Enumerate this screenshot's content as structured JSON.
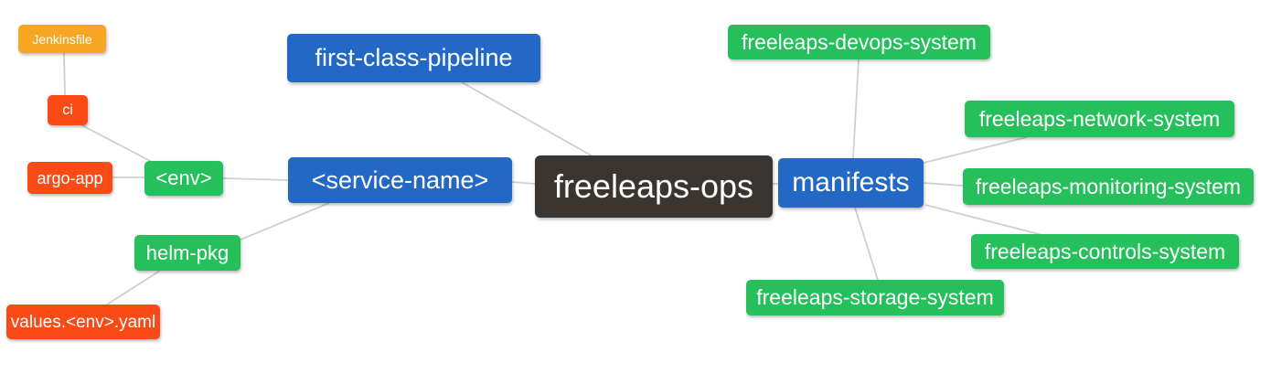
{
  "mindmap": {
    "root_label": "freeleaps-ops",
    "nodes": {
      "jenkinsfile": {
        "label": "Jenkinsfile",
        "color": "orange"
      },
      "ci": {
        "label": "ci",
        "color": "red"
      },
      "argo_app": {
        "label": "argo-app",
        "color": "red"
      },
      "env": {
        "label": "<env>",
        "color": "green"
      },
      "helm_pkg": {
        "label": "helm-pkg",
        "color": "green"
      },
      "values_env_yaml": {
        "label": "values.<env>.yaml",
        "color": "red"
      },
      "first_class_pipeline": {
        "label": "first-class-pipeline",
        "color": "blue"
      },
      "service_name": {
        "label": "<service-name>",
        "color": "blue"
      },
      "freeleaps_ops": {
        "label": "freeleaps-ops",
        "color": "dark"
      },
      "manifests": {
        "label": "manifests",
        "color": "blue"
      },
      "devops_system": {
        "label": "freeleaps-devops-system",
        "color": "green"
      },
      "network_system": {
        "label": "freeleaps-network-system",
        "color": "green"
      },
      "monitoring_system": {
        "label": "freeleaps-monitoring-system",
        "color": "green"
      },
      "controls_system": {
        "label": "freeleaps-controls-system",
        "color": "green"
      },
      "storage_system": {
        "label": "freeleaps-storage-system",
        "color": "green"
      }
    },
    "edges": [
      [
        "Jenkinsfile",
        "ci"
      ],
      [
        "ci",
        "<env>"
      ],
      [
        "argo-app",
        "<env>"
      ],
      [
        "<env>",
        "<service-name>"
      ],
      [
        "helm-pkg",
        "<service-name>"
      ],
      [
        "values.<env>.yaml",
        "helm-pkg"
      ],
      [
        "<service-name>",
        "freeleaps-ops"
      ],
      [
        "first-class-pipeline",
        "freeleaps-ops"
      ],
      [
        "freeleaps-ops",
        "manifests"
      ],
      [
        "manifests",
        "freeleaps-devops-system"
      ],
      [
        "manifests",
        "freeleaps-network-system"
      ],
      [
        "manifests",
        "freeleaps-monitoring-system"
      ],
      [
        "manifests",
        "freeleaps-controls-system"
      ],
      [
        "manifests",
        "freeleaps-storage-system"
      ]
    ],
    "colors": {
      "blue": "#2268c4",
      "green": "#25c05b",
      "red": "#fa4a15",
      "orange": "#f6a623",
      "dark": "#3a3531",
      "edge_line": "#cfcfcf",
      "text": "#ffffff",
      "background": "#ffffff"
    }
  }
}
